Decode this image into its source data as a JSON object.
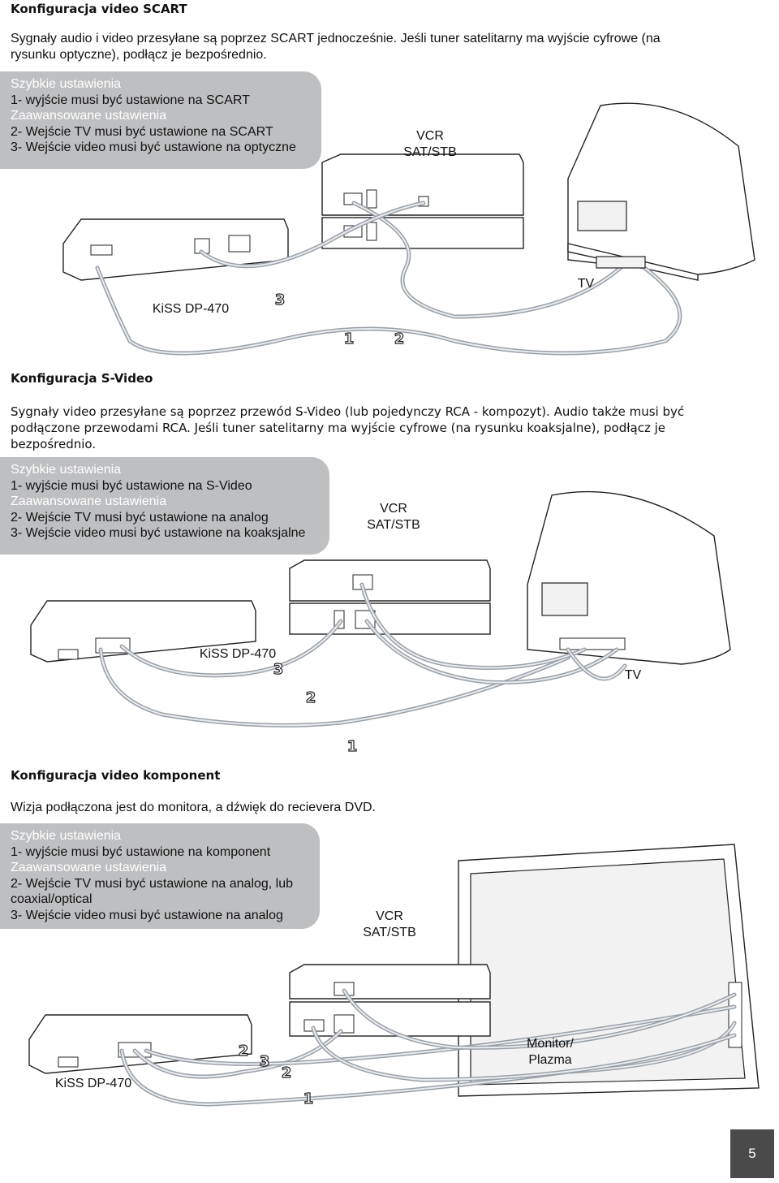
{
  "sections": [
    {
      "heading": "Konfiguracja video SCART",
      "paragraph": "Sygnały audio i video przesyłane są poprzez SCART jednocześnie. Jeśli tuner satelitarny ma wyjście cyfrowe (na rysunku optyczne), podłącz je bezpośrednio.",
      "settings": {
        "quick_title": "Szybkie ustawienia",
        "quick_1": "1- wyjście musi być ustawione na SCART",
        "advanced_title": "Zaawansowane ustawienia",
        "adv_2": "2- Wejście TV musi być ustawione na SCART",
        "adv_3": "3- Wejście video musi być ustawione na optyczne"
      },
      "labels": {
        "vcr": "VCR",
        "sat": "SAT/STB",
        "player": "KiSS DP-470",
        "tv": "TV"
      },
      "markers": [
        "1",
        "2",
        "3"
      ]
    },
    {
      "heading": "Konfiguracja S-Video",
      "paragraph": "Sygnały video przesyłane są poprzez przewód S-Video (lub pojedynczy RCA - kompozyt). Audio także musi być podłączone przewodami RCA. Jeśli tuner satelitarny ma wyjście cyfrowe (na rysunku koaksjalne), podłącz je bezpośrednio.",
      "settings": {
        "quick_title": "Szybkie ustawienia",
        "quick_1": "1- wyjście musi być ustawione na S-Video",
        "advanced_title": "Zaawansowane ustawienia",
        "adv_2": "2- Wejście TV musi być ustawione na analog",
        "adv_3": "3- Wejście video musi być ustawione na koaksjalne"
      },
      "labels": {
        "vcr": "VCR",
        "sat": "SAT/STB",
        "player": "KiSS DP-470",
        "tv": "TV"
      },
      "markers": [
        "1",
        "2",
        "3"
      ]
    },
    {
      "heading": "Konfiguracja video komponent",
      "paragraph": "Wizja podłączona jest do monitora, a dźwięk do recievera DVD.",
      "settings": {
        "quick_title": "Szybkie ustawienia",
        "quick_1": "1- wyjście musi być ustawione na komponent",
        "advanced_title": "Zaawansowane ustawienia",
        "adv_2": "2- Wejście TV musi być ustawione na analog, lub coaxial/optical",
        "adv_3": "3- Wejście video musi być ustawione na analog"
      },
      "labels": {
        "vcr": "VCR",
        "sat": "SAT/STB",
        "player": "KiSS DP-470",
        "tv": "Monitor/ Plazma"
      },
      "markers": [
        "1",
        "2",
        "3",
        "2"
      ]
    }
  ],
  "page_number": "5"
}
